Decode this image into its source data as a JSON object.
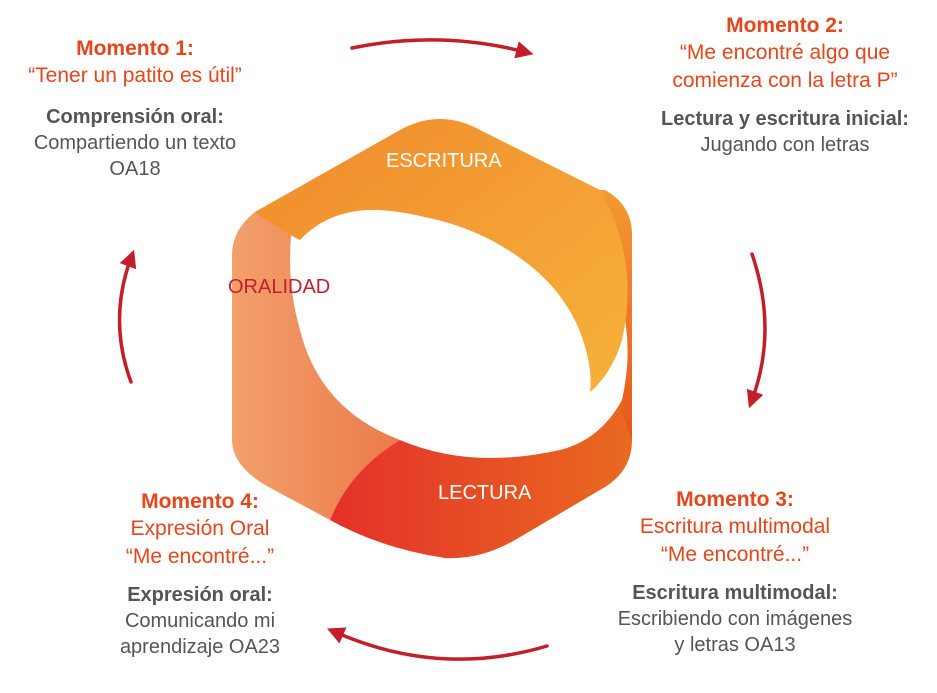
{
  "diagram": {
    "colors": {
      "accent": "#e5461b",
      "text_gray": "#555555",
      "arrow": "#c41e2a",
      "orange_light": "#f7b23b",
      "orange_mid": "#f08a2c",
      "orange_dark": "#e8541c",
      "red": "#e4312a",
      "peach": "#f3a06b"
    },
    "bands": {
      "top": "ESCRITURA",
      "left": "ORALIDAD",
      "bottom": "LECTURA"
    },
    "moments": [
      {
        "title": "Momento 1:",
        "quote": [
          "“Tener un patito es útil”"
        ],
        "skill": "Comprensión oral:",
        "desc": [
          "Compartiendo un texto",
          "OA18"
        ]
      },
      {
        "title": "Momento 2:",
        "quote": [
          "“Me encontré algo que",
          "comienza con la letra P”"
        ],
        "skill": "Lectura y escritura inicial:",
        "desc": [
          "Jugando con letras"
        ]
      },
      {
        "title": "Momento 3:",
        "quote": [
          "Escritura multimodal",
          "“Me encontré...”"
        ],
        "skill": "Escritura multimodal:",
        "desc": [
          "Escribiendo con imágenes",
          "y letras OA13"
        ]
      },
      {
        "title": "Momento 4:",
        "quote": [
          "Expresión Oral",
          "“Me encontré...”"
        ],
        "skill": "Expresión oral:",
        "desc": [
          "Comunicando mi",
          "aprendizaje OA23"
        ]
      }
    ]
  }
}
